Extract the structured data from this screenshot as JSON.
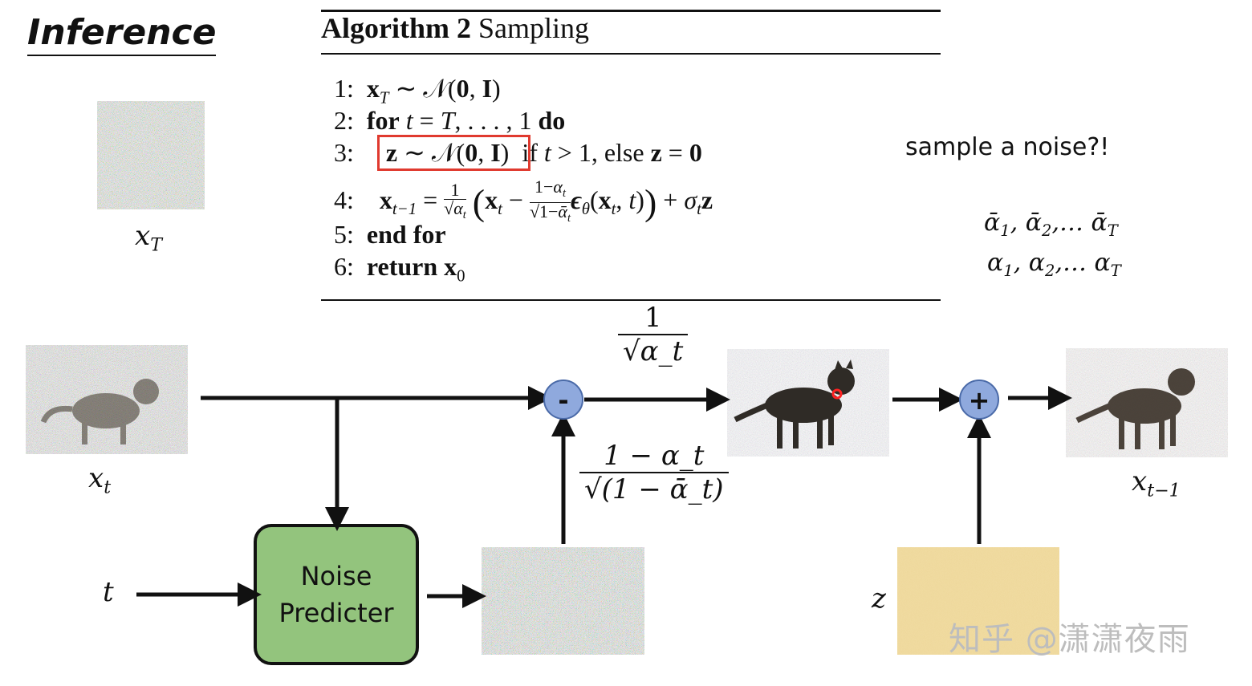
{
  "title": "Inference",
  "labels": {
    "xT": "x",
    "xT_sub": "T",
    "xt": "x",
    "xt_sub": "t",
    "xt1": "x",
    "xt1_sub": "t−1",
    "t": "t",
    "z": "z"
  },
  "algorithm": {
    "name": "Algorithm 2",
    "caption": "Sampling",
    "lines": [
      {
        "num": "1:",
        "text": "x_T ∼ 𝒩(0, I)"
      },
      {
        "num": "2:",
        "text": "for t = T, . . . , 1 do"
      },
      {
        "num": "3:",
        "text": "z ∼ 𝒩(0, I) if t > 1, else z = 0"
      },
      {
        "num": "4:",
        "text": "x_{t−1} = 1/√α_t ( x_t − (1−α_t)/√(1−ᾱ_t) ε_θ(x_t, t) ) + σ_t z"
      },
      {
        "num": "5:",
        "text": "end for"
      },
      {
        "num": "6:",
        "text": "return x_0"
      }
    ]
  },
  "note": "sample a noise?!",
  "alpha_bar_seq": "ᾱ₁, ᾱ₂,… ᾱ_T",
  "alpha_seq": "α₁, α₂,… α_T",
  "coef_top": {
    "num": "1",
    "den": "√α_t"
  },
  "coef_mid": {
    "num": "1 − α_t",
    "den": "√(1 − ᾱ_t)"
  },
  "minus_op": "-",
  "plus_op": "+",
  "predictor": {
    "line1": "Noise",
    "line2": "Predicter"
  },
  "watermark": "知乎 @潇潇夜雨",
  "colors": {
    "op_fill": "#8fa9dd",
    "op_stroke": "#4a6aa8",
    "predictor_fill": "#93c47d",
    "highlight": "#e03a2f",
    "z_noise": "#e2c06a"
  }
}
